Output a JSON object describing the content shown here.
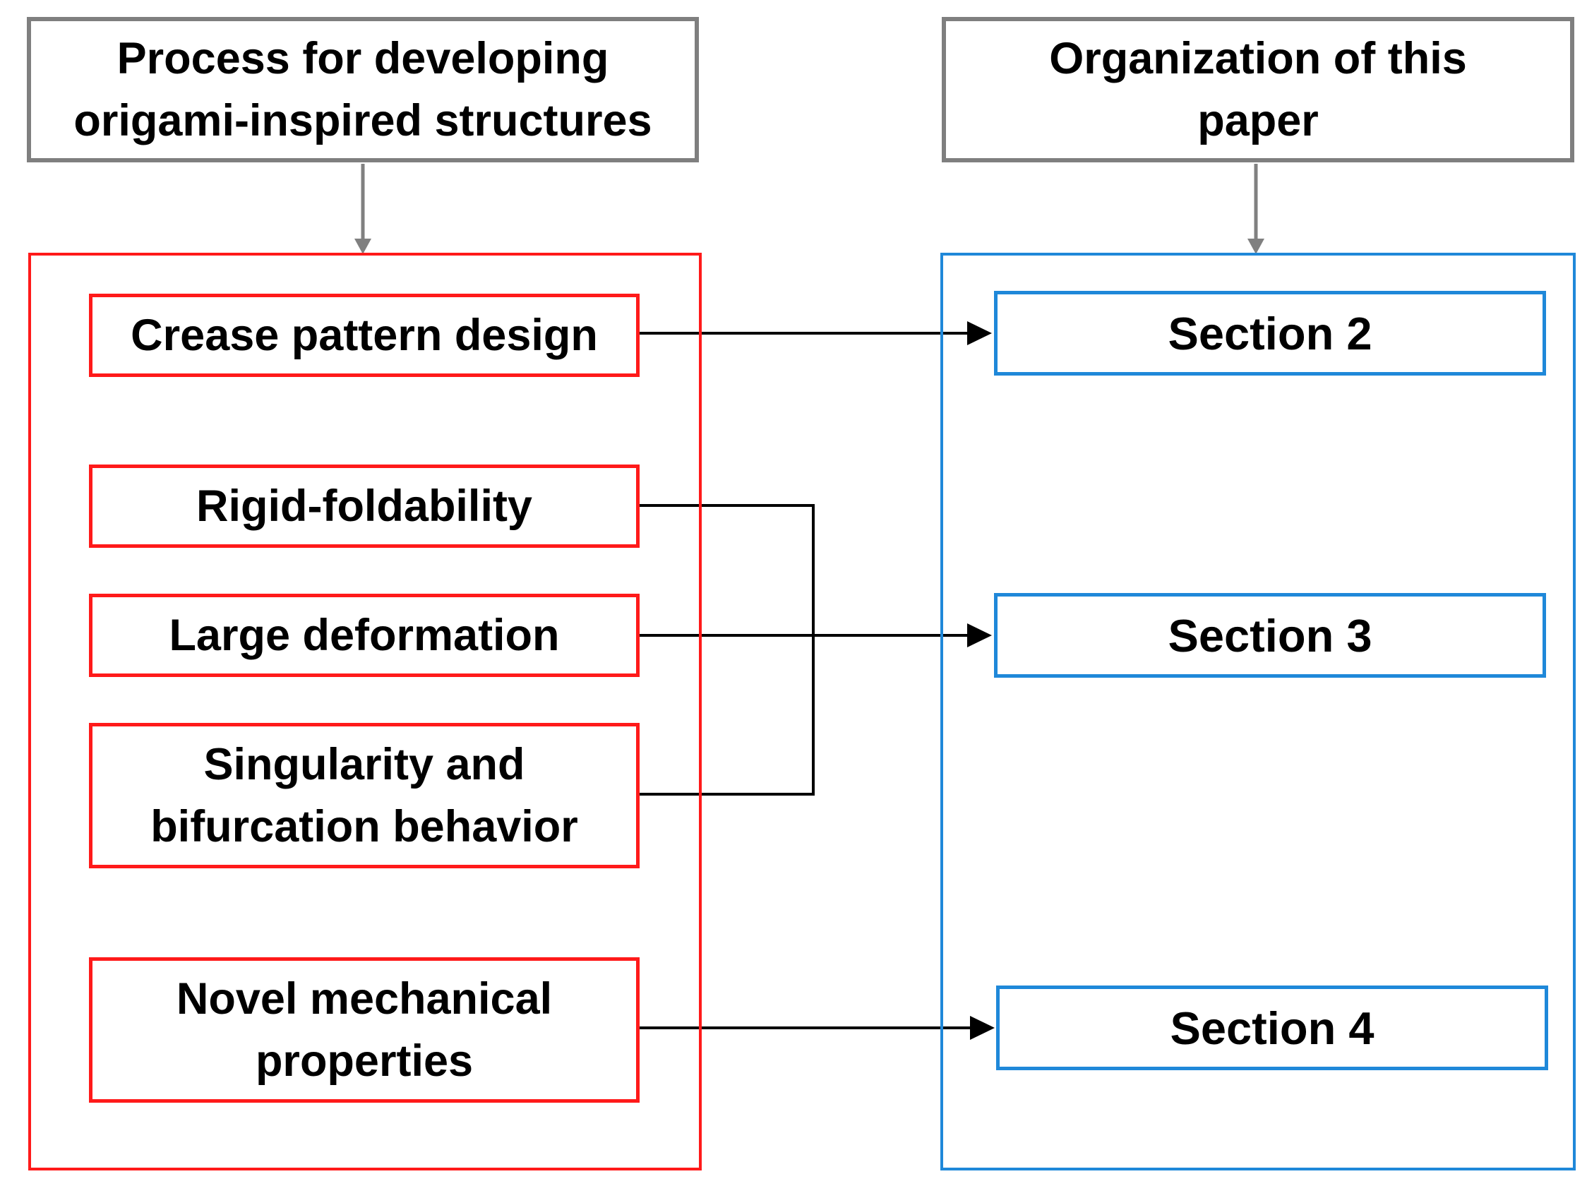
{
  "headers": {
    "left": [
      "Process for developing",
      "origami-inspired structures"
    ],
    "right": [
      "Organization of this",
      "paper"
    ]
  },
  "process_items": [
    {
      "lines": [
        "Crease pattern design"
      ]
    },
    {
      "lines": [
        "Rigid-foldability"
      ]
    },
    {
      "lines": [
        "Large deformation"
      ]
    },
    {
      "lines": [
        "Singularity and",
        "bifurcation behavior"
      ]
    },
    {
      "lines": [
        "Novel mechanical",
        "properties"
      ]
    }
  ],
  "sections": [
    {
      "label": "Section 2"
    },
    {
      "label": "Section 3"
    },
    {
      "label": "Section 4"
    }
  ],
  "colors": {
    "process_border": "#ff1a1a",
    "section_border": "#1f88d9",
    "header_border": "#7f7f7f",
    "arrow": "#000000",
    "header_arrow": "#808080"
  }
}
